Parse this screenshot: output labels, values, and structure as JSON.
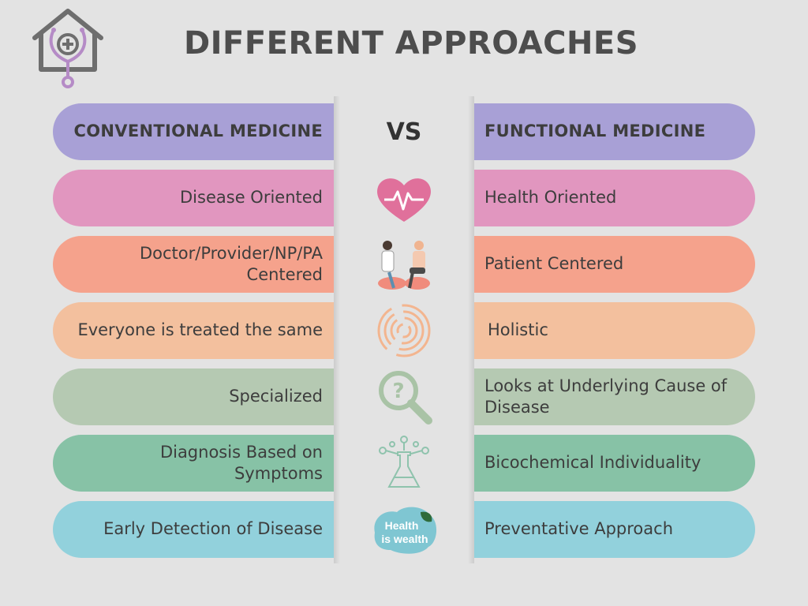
{
  "title": "DIFFERENT APPROACHES",
  "vs_label": "VS",
  "header": {
    "left": "CONVENTIONAL MEDICINE",
    "right": "FUNCTIONAL MEDICINE",
    "color": "#a8a0d6"
  },
  "rows": [
    {
      "left": "Disease Oriented",
      "right": "Health Oriented",
      "color": "#e196bf",
      "icon": "heart-pulse-icon"
    },
    {
      "left": "Doctor/Provider/NP/PA Centered",
      "right": "Patient Centered",
      "color": "#f5a28c",
      "icon": "doctor-patient-icon"
    },
    {
      "left": "Everyone is treated the same",
      "right": "Holistic",
      "color": "#f3c09e",
      "icon": "spiral-icon"
    },
    {
      "left": "Specialized",
      "right": "Looks at Underlying Cause of Disease",
      "color": "#b5c9b2",
      "icon": "magnifier-question-icon"
    },
    {
      "left": "Diagnosis Based on Symptoms",
      "right": "Bicochemical Individuality",
      "color": "#87c2a6",
      "icon": "flask-molecule-icon"
    },
    {
      "left": "Early Detection of Disease",
      "right": "Preventative Approach",
      "color": "#92d1dc",
      "icon": "health-is-wealth-icon"
    }
  ],
  "badge": {
    "line1": "Health",
    "line2": "is wealth"
  },
  "colors": {
    "logo": "#6e6e6e",
    "logo_accent": "#b58bc6",
    "title": "#4d4d4d"
  }
}
